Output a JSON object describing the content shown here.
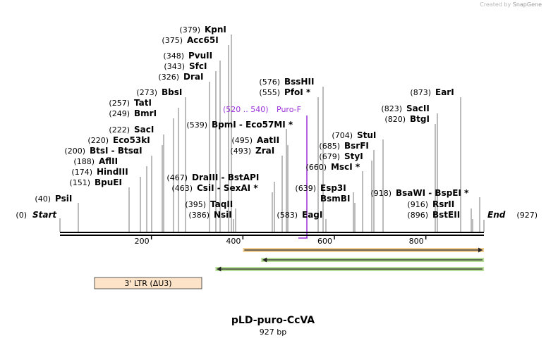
{
  "watermark": {
    "prefix": "Created by",
    "brand": "SnapGene"
  },
  "map_title": "pLD-puro-CcVA",
  "map_subtitle": "927 bp",
  "sequence_length": 927,
  "ends": {
    "start": {
      "pos": "(0)",
      "name": "Start"
    },
    "end": {
      "pos": "(927)",
      "name": "End"
    }
  },
  "ruler_ticks": [
    "200",
    "400",
    "600",
    "800"
  ],
  "primer": {
    "range": "(520 .. 540)",
    "name": "Puro-F",
    "color": "#9b30d9"
  },
  "feature": {
    "label": "3' LTR (ΔU3)",
    "fill": "#fde3c7"
  },
  "arrows": [
    {
      "color": "#e8a53a",
      "direction": "right",
      "from": 400,
      "to": 927
    },
    {
      "color": "#7cc242",
      "direction": "left",
      "from": 440,
      "to": 927
    },
    {
      "color": "#7cc242",
      "direction": "left",
      "from": 340,
      "to": 927
    }
  ],
  "enzymes": [
    {
      "pos": "(40)",
      "name": "PsiI"
    },
    {
      "pos": "(151)",
      "name": "BpuEI"
    },
    {
      "pos": "(174)",
      "name": "HindIII"
    },
    {
      "pos": "(188)",
      "name": "AflII"
    },
    {
      "pos": "(200)",
      "name": "BtsI - BtsαI"
    },
    {
      "pos": "(220)",
      "name": "Eco53kI"
    },
    {
      "pos": "(222)",
      "name": "SacI"
    },
    {
      "pos": "(249)",
      "name": "BmrI"
    },
    {
      "pos": "(257)",
      "name": "TatI"
    },
    {
      "pos": "(273)",
      "name": "BbsI"
    },
    {
      "pos": "(326)",
      "name": "DraI"
    },
    {
      "pos": "(343)",
      "name": "SfcI"
    },
    {
      "pos": "(348)",
      "name": "PvuII"
    },
    {
      "pos": "(375)",
      "name": "Acc65I"
    },
    {
      "pos": "(379)",
      "name": "KpnI"
    },
    {
      "pos": "(386)",
      "name": "NsiI"
    },
    {
      "pos": "(395)",
      "name": "TaqII"
    },
    {
      "pos": "(463)",
      "name": "CsiI - SexAI *"
    },
    {
      "pos": "(467)",
      "name": "DraIII - BstAPI"
    },
    {
      "pos": "(539)",
      "name": "BpmI - Eco57MI *"
    },
    {
      "pos": "(493)",
      "name": "ZraI"
    },
    {
      "pos": "(495)",
      "name": "AatII"
    },
    {
      "pos": "(555)",
      "name": "PfoI *"
    },
    {
      "pos": "(576)",
      "name": "BssHII"
    },
    {
      "pos": "(583)",
      "name": "EagI"
    },
    {
      "pos": "(639)",
      "name": "Esp3I"
    },
    {
      "pos": "",
      "name": "BsmBI"
    },
    {
      "pos": "(660)",
      "name": "MscI *"
    },
    {
      "pos": "(679)",
      "name": "StyI"
    },
    {
      "pos": "(685)",
      "name": "BsrFI"
    },
    {
      "pos": "(704)",
      "name": "StuI"
    },
    {
      "pos": "(820)",
      "name": "BtgI"
    },
    {
      "pos": "(823)",
      "name": "SacII"
    },
    {
      "pos": "(873)",
      "name": "EarI"
    },
    {
      "pos": "(918)",
      "name": "BsaWI - BspEI *"
    },
    {
      "pos": "(916)",
      "name": "RsrII"
    },
    {
      "pos": "(896)",
      "name": "BstEII"
    }
  ]
}
